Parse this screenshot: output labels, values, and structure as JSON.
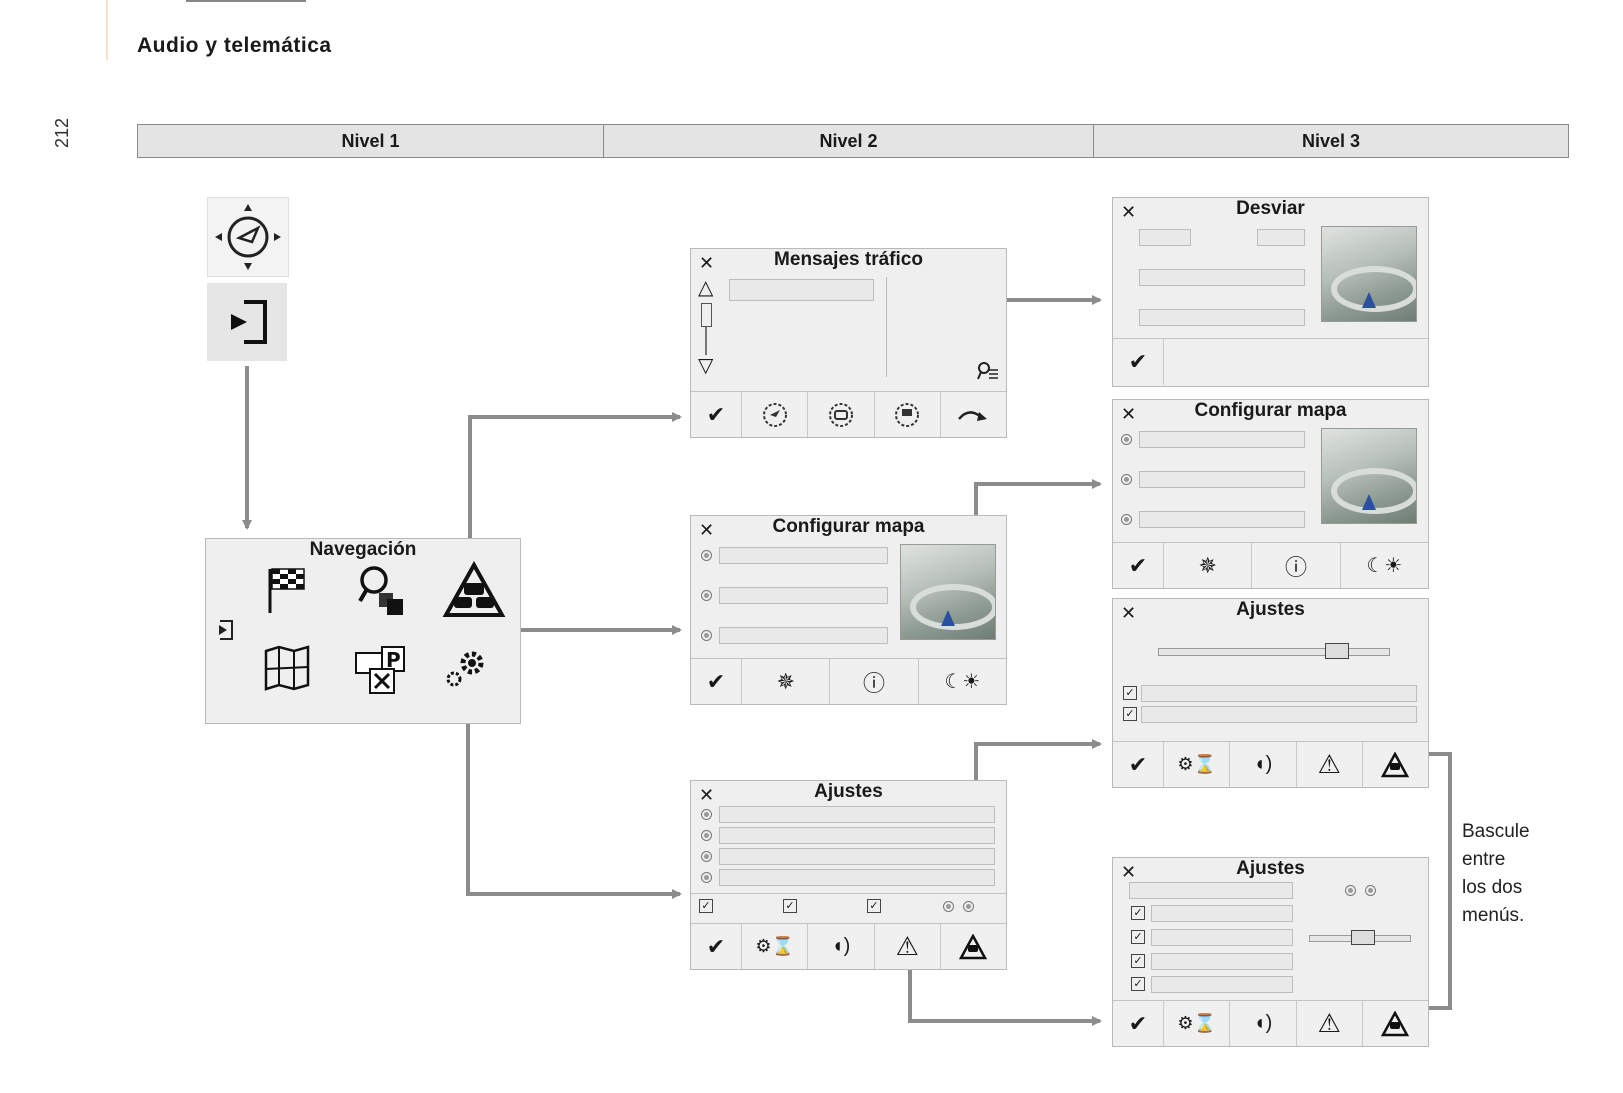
{
  "header": {
    "section_title": "Audio y telemática",
    "page_number": "212"
  },
  "levels": [
    "Nivel 1",
    "Nivel 2",
    "Nivel 3"
  ],
  "level1": {
    "panel_title": "Navegación"
  },
  "level2": {
    "mensajes_title": "Mensajes tráfico",
    "configurar_title": "Configurar mapa",
    "ajustes_title": "Ajustes"
  },
  "level3": {
    "desviar_title": "Desviar",
    "configurar_title": "Configurar mapa",
    "ajustes_a_title": "Ajustes",
    "ajustes_b_title": "Ajustes"
  },
  "caption": {
    "line1": "Bascule",
    "line2": "entre",
    "line3": "los dos",
    "line4": "menús."
  },
  "colors": {
    "arrow": "#8c8c8c",
    "panel_bg": "#efefef",
    "header_bg": "#e4e4e4"
  }
}
